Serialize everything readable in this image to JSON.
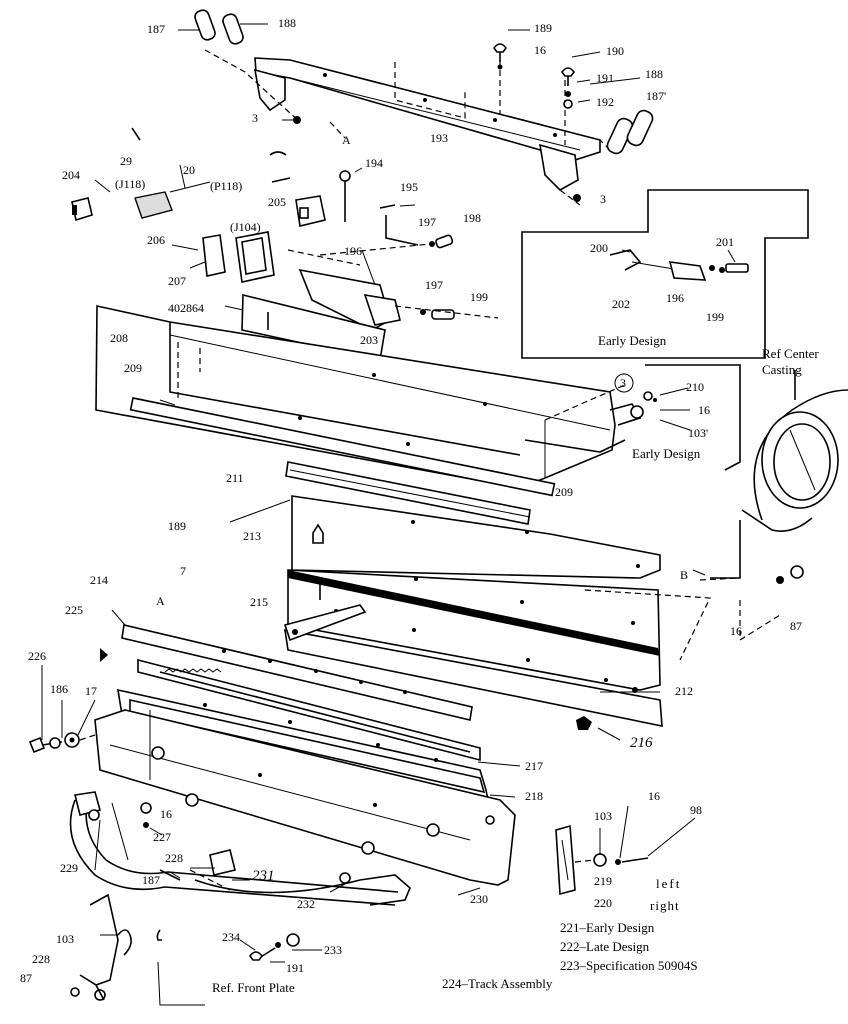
{
  "labels": {
    "p187a": "187",
    "p188a": "188",
    "p189a": "189",
    "p16a": "16",
    "p190": "190",
    "p191a": "191",
    "p192": "192",
    "p188b": "188",
    "p187b": "187'",
    "p3a": "3",
    "pA1": "A",
    "p193": "193",
    "p3b": "3",
    "p29": "29",
    "p20": "20",
    "pJ118": "(J118)",
    "pP118": "(P118)",
    "p204": "204",
    "p205": "205",
    "p194": "194",
    "p195": "195",
    "p197a": "197",
    "p198": "198",
    "p196a": "196",
    "pJ104": "(J104)",
    "p206": "206",
    "p207": "207",
    "p402864": "402864",
    "p197b": "197",
    "p199a": "199",
    "p203": "203",
    "p200": "200",
    "p201": "201",
    "p202": "202",
    "p196b": "196",
    "p199b": "199",
    "p208": "208",
    "p209a": "209",
    "p3c": "3",
    "p210": "210",
    "p16b": "16",
    "p103a": "103'",
    "p211": "211",
    "p209b": "209",
    "p213": "213",
    "pB1": "B",
    "p189b": "189",
    "p7": "7",
    "pA2": "A",
    "p214": "214",
    "p225": "225",
    "p215": "215",
    "p226": "226",
    "p186": "186",
    "p17": "17",
    "p212": "212",
    "p216": "216",
    "p16c": "16",
    "p87a": "87",
    "p217": "217",
    "p218": "218",
    "p16d": "16",
    "p227": "227",
    "p228a": "228",
    "p229": "229",
    "p187c": "187",
    "p231": "231",
    "p232": "232",
    "p230": "230",
    "p103b": "103",
    "p16e": "16",
    "p98": "98",
    "p219": "219",
    "p220": "220",
    "p234": "234",
    "p233": "233",
    "p191b": "191",
    "p103c": "103",
    "p228b": "228",
    "p87b": "87"
  },
  "notes": {
    "early_design_box": "Early Design",
    "early_design_side": "Early Design",
    "ref_center_casting_1": "Ref Center",
    "ref_center_casting_2": "Casting",
    "left": "left",
    "right": "right",
    "ref_front_plate": "Ref. Front Plate",
    "track_assembly": "224–Track Assembly",
    "legend": [
      "221–Early Design",
      "222–Late Design",
      "223–Specification 50904S"
    ]
  }
}
